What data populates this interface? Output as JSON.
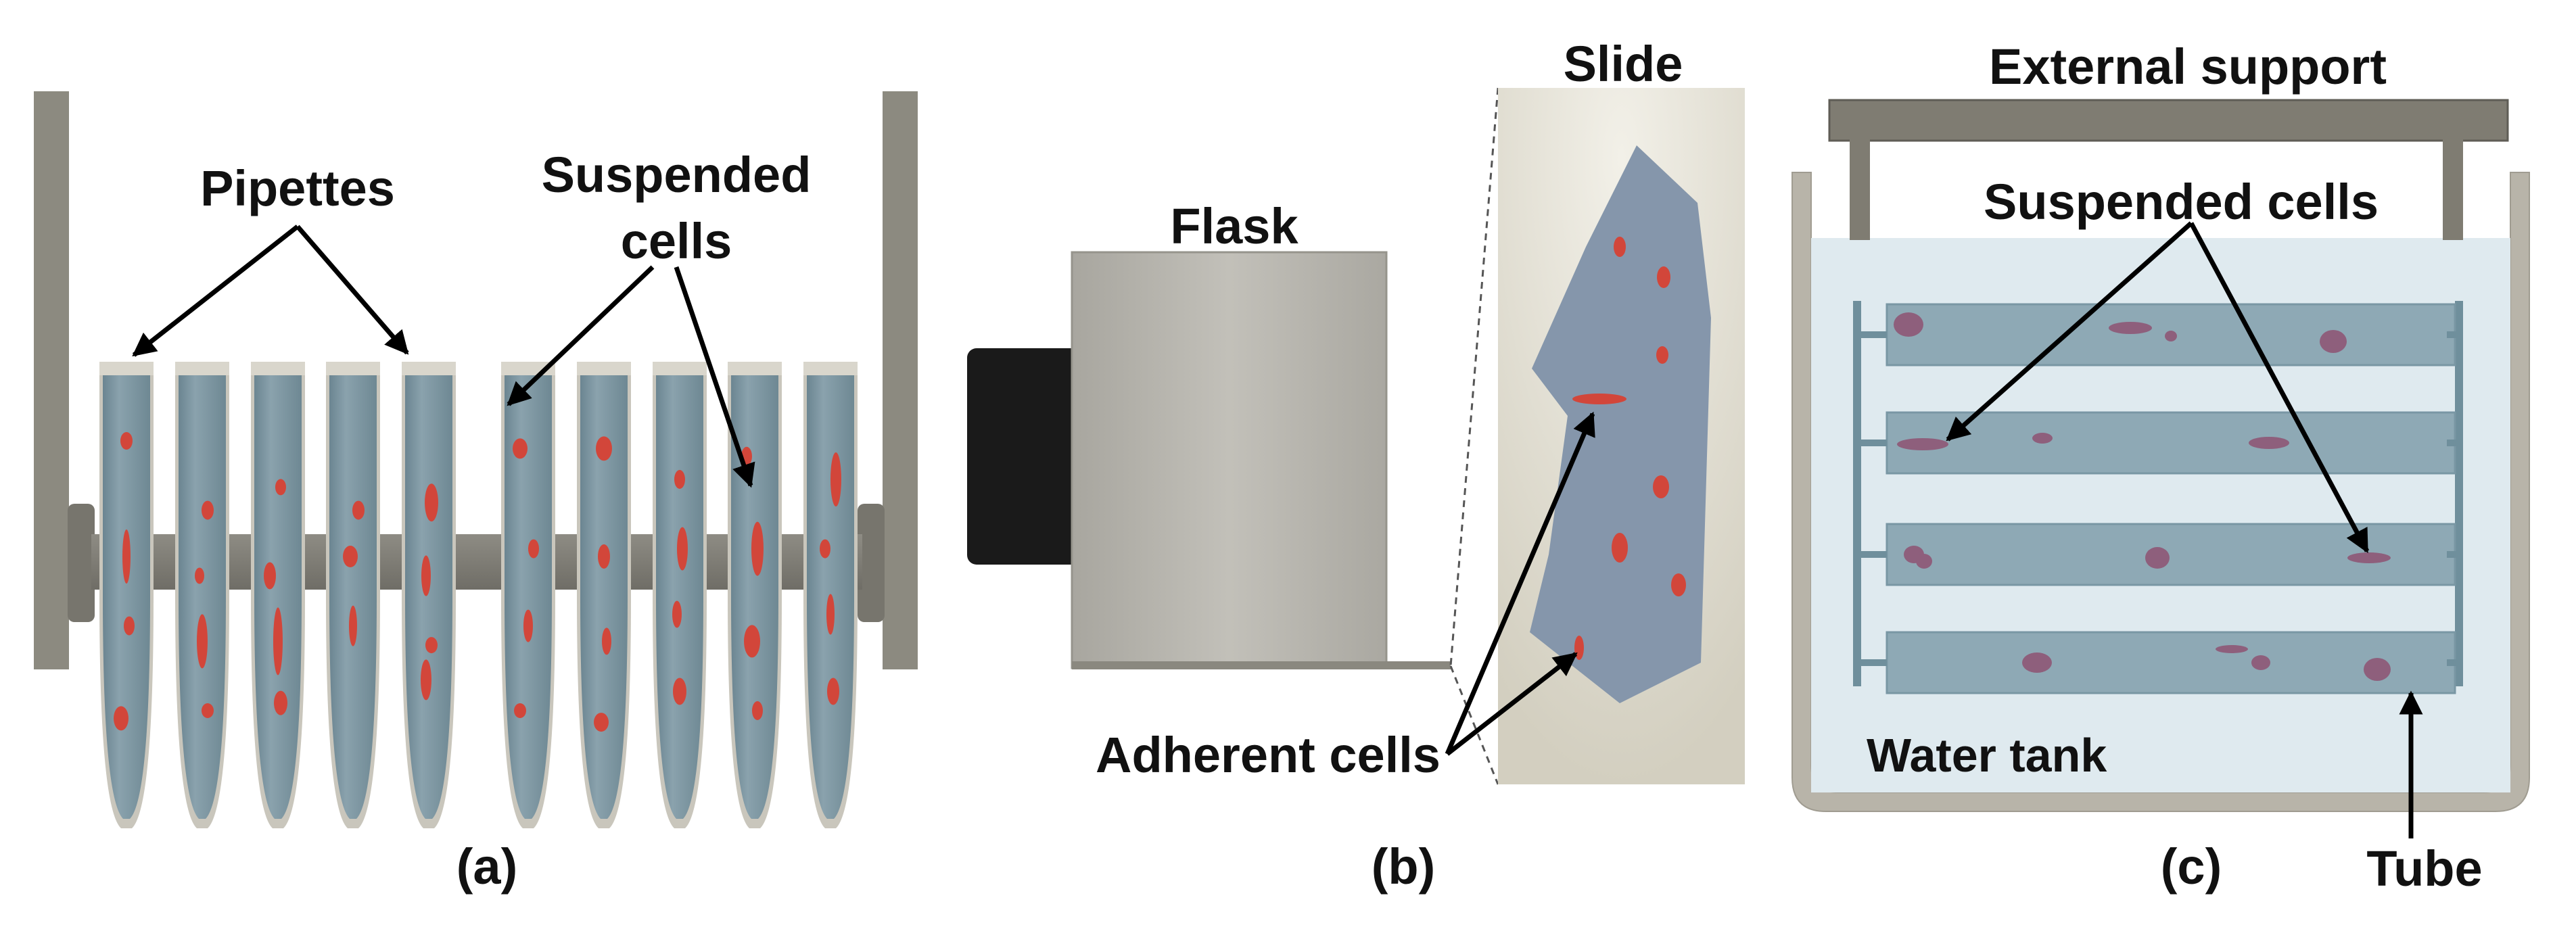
{
  "panels": {
    "a": {
      "caption": "(a)",
      "labels": {
        "pipettes": "Pipettes",
        "suspended_line1": "Suspended",
        "suspended_line2": "cells"
      }
    },
    "b": {
      "caption": "(b)",
      "labels": {
        "flask": "Flask",
        "slide": "Slide",
        "adherent": "Adherent cells"
      }
    },
    "c": {
      "caption": "(c)",
      "labels": {
        "external_support": "External support",
        "suspended": "Suspended cells",
        "water_tank": "Water tank",
        "tube": "Tube"
      }
    }
  },
  "colors": {
    "liquid": "#7f98a3",
    "frame": "#8c8a80",
    "cell_red": "#d2463a",
    "cell_purple": "#8e5f7c",
    "slide_bg": "#dad6c8",
    "tissue": "#8596ab",
    "water": "#dfeaef",
    "support": "#7f7c72",
    "tank": "#b8b4a9",
    "flask_body": "#b9b7b0",
    "flask_cap": "#1a1a1a"
  }
}
